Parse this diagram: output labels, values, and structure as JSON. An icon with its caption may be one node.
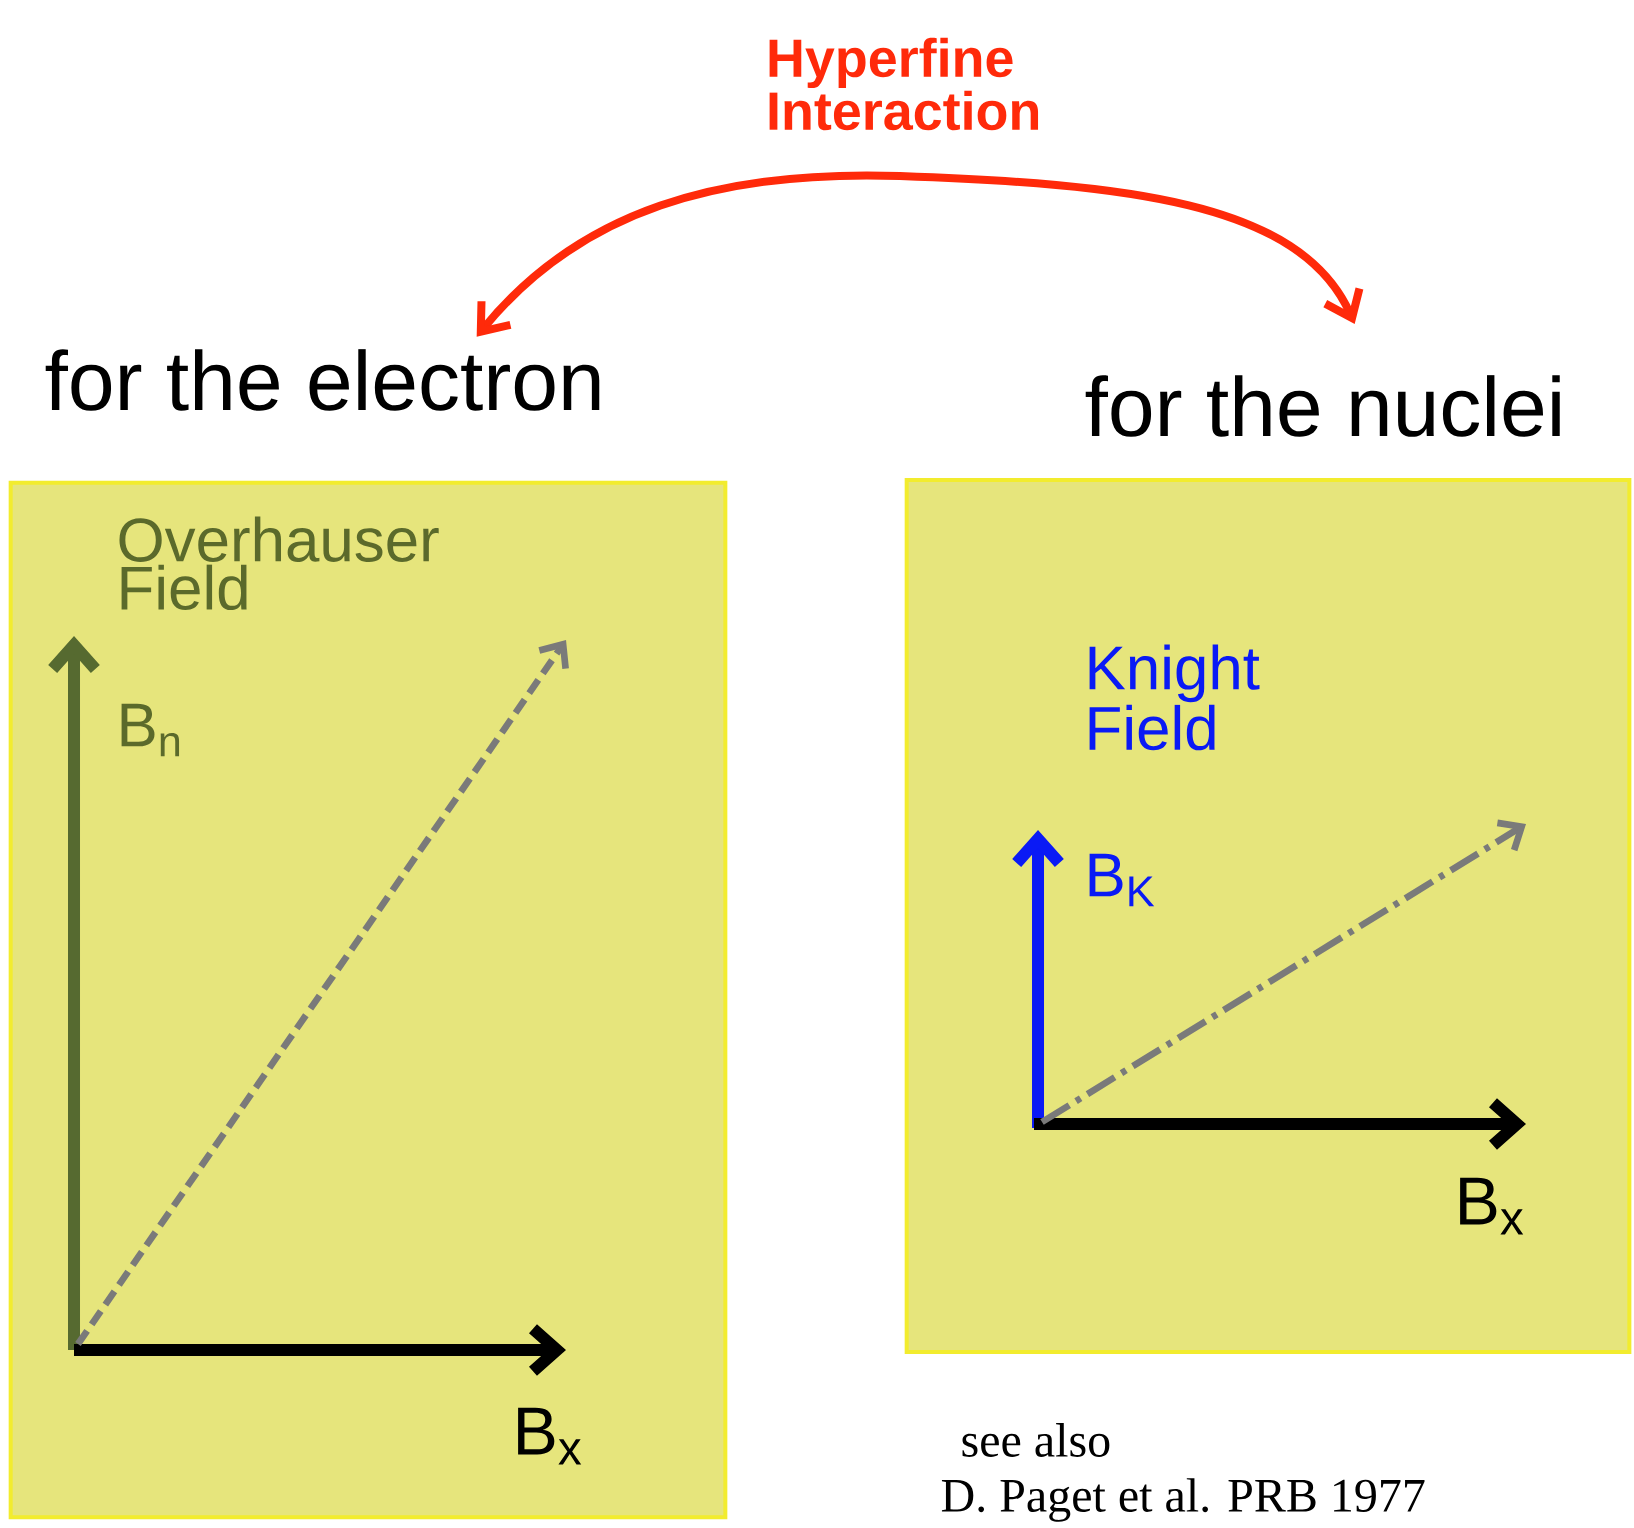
{
  "diagram": {
    "nodes": [
      {
        "text": [
          "for the electron"
        ]
      },
      {
        "text": [
          "for the nuclei"
        ]
      }
    ],
    "edges": [
      {
        "from": 0,
        "to": 1,
        "arrow": "both",
        "label": "Hyperfine Interaction",
        "color": "#ff2a0a"
      }
    ],
    "labels": [
      "Overhauser Field",
      "B$_{n}$",
      "B$_{x}$",
      "Knight Field",
      "B$_{K}$",
      "B$_{x}$",
      "see also",
      "D. Paget et al. PRB 1977"
    ]
  }
}
